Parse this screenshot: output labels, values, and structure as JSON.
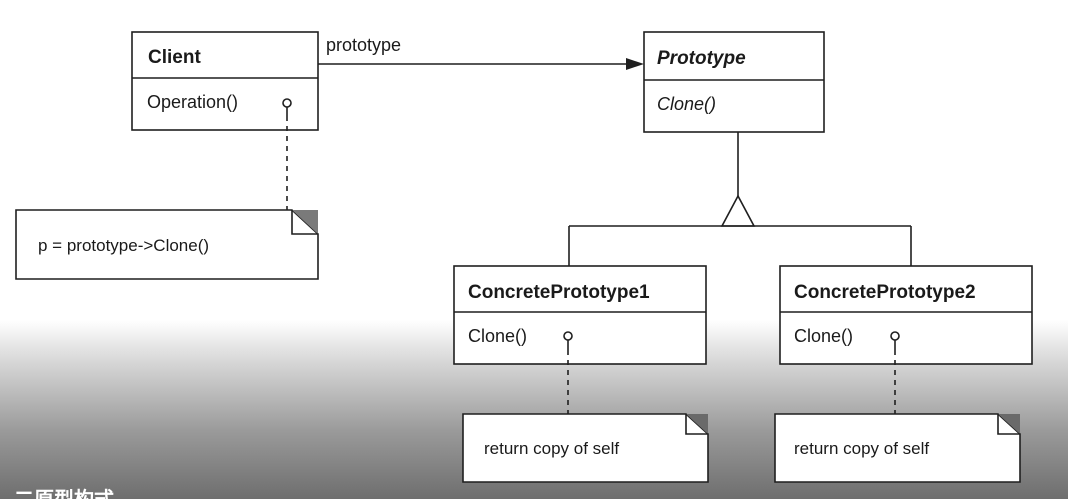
{
  "client": {
    "name": "Client",
    "operation": "Operation()",
    "note": "p = prototype->Clone()"
  },
  "association_label": "prototype",
  "prototype": {
    "name": "Prototype",
    "operation": "Clone()"
  },
  "concrete": [
    {
      "name": "ConcretePrototype1",
      "operation": "Clone()",
      "note": "return copy of self"
    },
    {
      "name": "ConcretePrototype2",
      "operation": "Clone()",
      "note": "return copy of self"
    }
  ],
  "caption": "二原型构式"
}
